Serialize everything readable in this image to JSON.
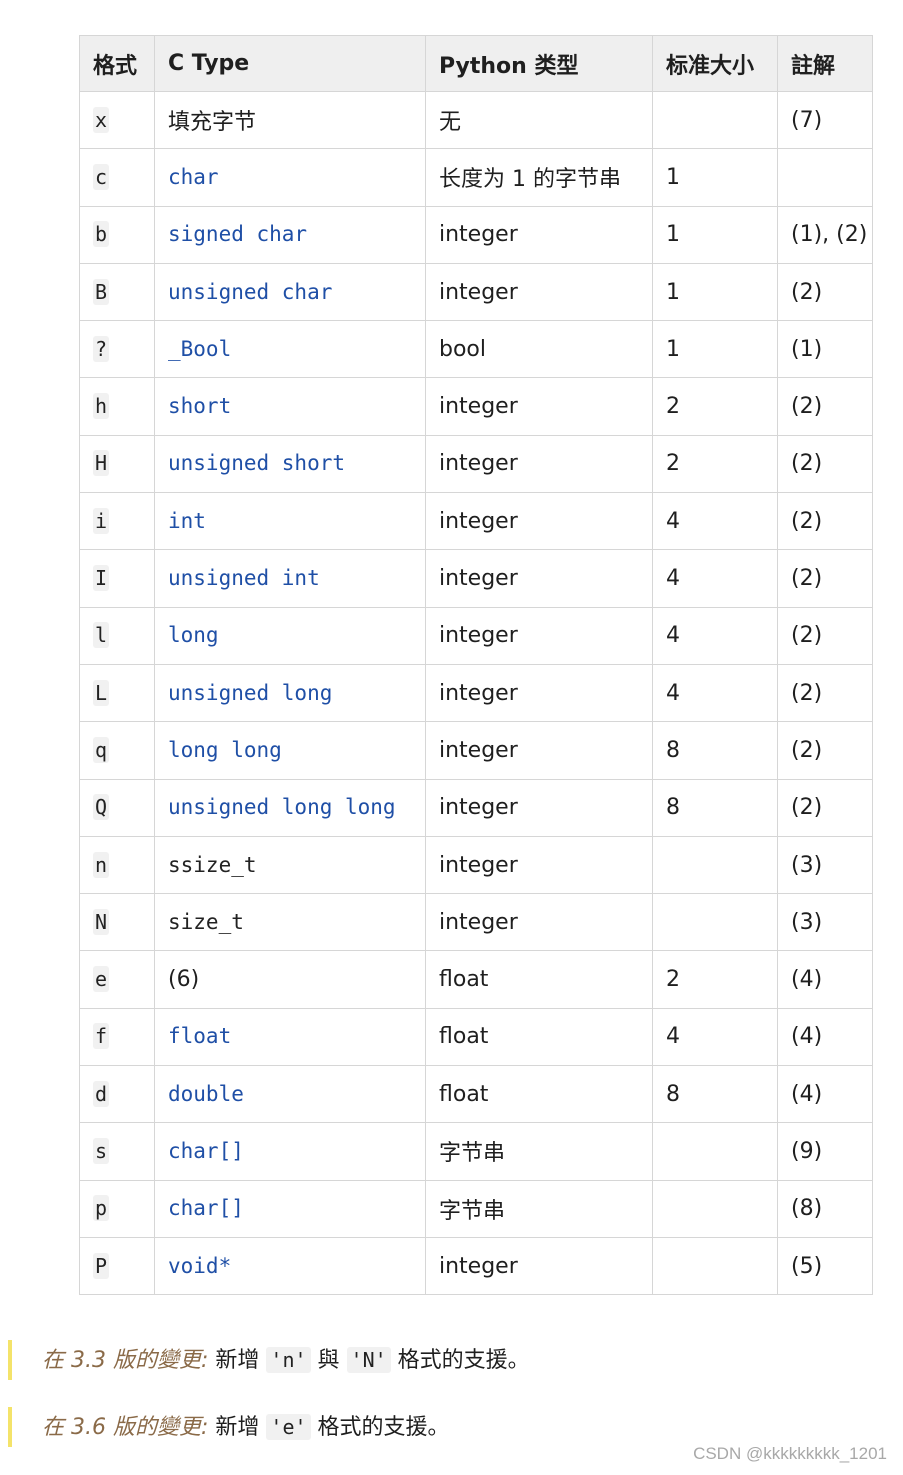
{
  "table": {
    "headers": [
      "格式",
      "C Type",
      "Python 类型",
      "标准大小",
      "註解"
    ],
    "rows": [
      {
        "fmt": "x",
        "ctype": "填充字节",
        "ctype_style": "text",
        "py": "无",
        "size": "",
        "note": "(7)"
      },
      {
        "fmt": "c",
        "ctype": "char",
        "ctype_style": "link",
        "py": "长度为 1 的字节串",
        "size": "1",
        "note": ""
      },
      {
        "fmt": "b",
        "ctype": "signed char",
        "ctype_style": "link",
        "py": "integer",
        "size": "1",
        "note": "(1), (2)"
      },
      {
        "fmt": "B",
        "ctype": "unsigned char",
        "ctype_style": "link",
        "py": "integer",
        "size": "1",
        "note": "(2)"
      },
      {
        "fmt": "?",
        "ctype": "_Bool",
        "ctype_style": "link",
        "py": "bool",
        "size": "1",
        "note": "(1)"
      },
      {
        "fmt": "h",
        "ctype": "short",
        "ctype_style": "link",
        "py": "integer",
        "size": "2",
        "note": "(2)"
      },
      {
        "fmt": "H",
        "ctype": "unsigned short",
        "ctype_style": "link",
        "py": "integer",
        "size": "2",
        "note": "(2)"
      },
      {
        "fmt": "i",
        "ctype": "int",
        "ctype_style": "link",
        "py": "integer",
        "size": "4",
        "note": "(2)"
      },
      {
        "fmt": "I",
        "ctype": "unsigned int",
        "ctype_style": "link",
        "py": "integer",
        "size": "4",
        "note": "(2)"
      },
      {
        "fmt": "l",
        "ctype": "long",
        "ctype_style": "link",
        "py": "integer",
        "size": "4",
        "note": "(2)"
      },
      {
        "fmt": "L",
        "ctype": "unsigned long",
        "ctype_style": "link",
        "py": "integer",
        "size": "4",
        "note": "(2)"
      },
      {
        "fmt": "q",
        "ctype": "long long",
        "ctype_style": "link",
        "py": "integer",
        "size": "8",
        "note": "(2)"
      },
      {
        "fmt": "Q",
        "ctype": "unsigned long long",
        "ctype_style": "link",
        "py": "integer",
        "size": "8",
        "note": "(2)"
      },
      {
        "fmt": "n",
        "ctype": "ssize_t",
        "ctype_style": "mono",
        "py": "integer",
        "size": "",
        "note": "(3)"
      },
      {
        "fmt": "N",
        "ctype": "size_t",
        "ctype_style": "mono",
        "py": "integer",
        "size": "",
        "note": "(3)"
      },
      {
        "fmt": "e",
        "ctype": "(6)",
        "ctype_style": "text",
        "py": "float",
        "size": "2",
        "note": "(4)"
      },
      {
        "fmt": "f",
        "ctype": "float",
        "ctype_style": "link",
        "py": "float",
        "size": "4",
        "note": "(4)"
      },
      {
        "fmt": "d",
        "ctype": "double",
        "ctype_style": "link",
        "py": "float",
        "size": "8",
        "note": "(4)"
      },
      {
        "fmt": "s",
        "ctype": "char[]",
        "ctype_style": "link",
        "py": "字节串",
        "size": "",
        "note": "(9)"
      },
      {
        "fmt": "p",
        "ctype": "char[]",
        "ctype_style": "link",
        "py": "字节串",
        "size": "",
        "note": "(8)"
      },
      {
        "fmt": "P",
        "ctype": "void*",
        "ctype_style": "link",
        "py": "integer",
        "size": "",
        "note": "(5)"
      }
    ]
  },
  "changes": [
    {
      "version": "在 3.3 版的變更:",
      "text_before": "新增",
      "code1": "'n'",
      "middle": "與",
      "code2": "'N'",
      "text_after": "格式的支援。"
    },
    {
      "version": "在 3.6 版的變更:",
      "text_before": "新增",
      "code1": "'e'",
      "middle": "",
      "code2": "",
      "text_after": "格式的支援。"
    }
  ],
  "watermark": "CSDN @kkkkkkkkk_1201",
  "colors": {
    "link": "#1f4fa6",
    "header_bg": "#efefef",
    "border": "#d6d6d6",
    "change_bar": "#f4e36a",
    "version_text": "#8a6a48"
  }
}
